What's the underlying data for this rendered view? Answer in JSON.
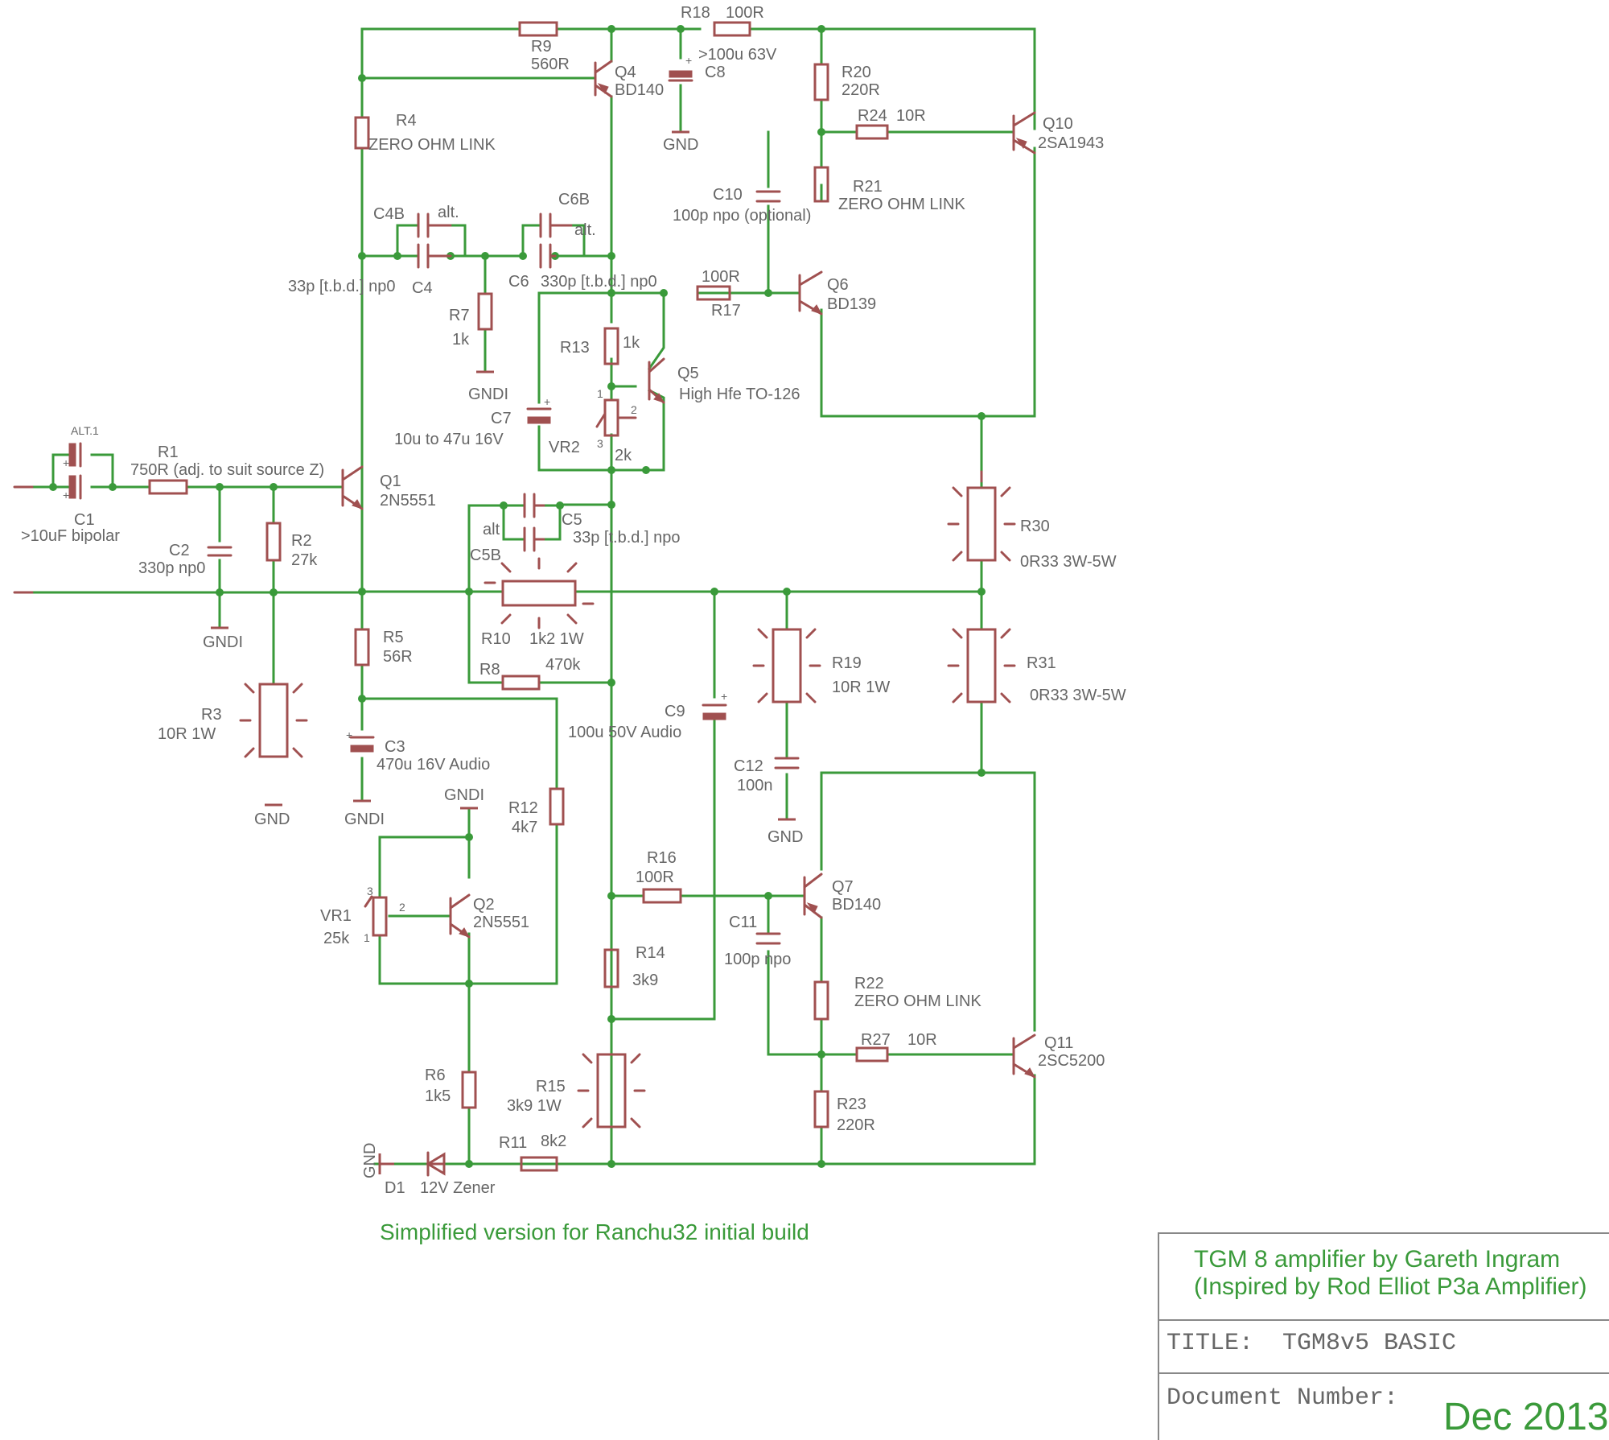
{
  "colors": {
    "wire": "#3a9a3a",
    "component": "#a05050",
    "label": "#666666"
  },
  "note": "Simplified version for Ranchu32 initial build",
  "title_block": {
    "line1": "TGM 8  amplifier by Gareth Ingram",
    "line2": "(Inspired by Rod Elliot P3a Amplifier)",
    "title_label": "TITLE:",
    "title_value": "TGM8v5 BASIC",
    "docnum_label": "Document Number:",
    "date": "Dec 2013"
  },
  "components": {
    "C1": {
      "name": "C1",
      "value": ">10uF bipolar",
      "alt": "ALT.1"
    },
    "R1": {
      "name": "R1",
      "value": "750R (adj. to suit source Z)"
    },
    "C2": {
      "name": "C2",
      "value": "330p np0"
    },
    "R2": {
      "name": "R2",
      "value": "27k"
    },
    "R3": {
      "name": "R3",
      "value": "10R 1W"
    },
    "Q1": {
      "name": "Q1",
      "value": "2N5551"
    },
    "R4": {
      "name": "R4",
      "value": "ZERO OHM LINK"
    },
    "R9": {
      "name": "R9",
      "value": "560R"
    },
    "Q4": {
      "name": "Q4",
      "value": "BD140"
    },
    "R18": {
      "name": "R18",
      "value": "100R"
    },
    "C8": {
      "name": "C8",
      "value": ">100u 63V"
    },
    "R20": {
      "name": "R20",
      "value": "220R"
    },
    "R24": {
      "name": "R24",
      "value": "10R"
    },
    "Q10": {
      "name": "Q10",
      "value": "2SA1943"
    },
    "C10": {
      "name": "C10",
      "value": "100p npo (optional)"
    },
    "R21": {
      "name": "R21",
      "value": "ZERO OHM LINK"
    },
    "C4B": {
      "name": "C4B",
      "alt": "alt."
    },
    "C4": {
      "name": "C4",
      "value": "33p [t.b.d.] np0"
    },
    "C6B": {
      "name": "C6B",
      "alt": "alt."
    },
    "C6": {
      "name": "C6",
      "value": "330p [t.b.d.] np0"
    },
    "R17": {
      "name": "R17",
      "value": "100R"
    },
    "Q6": {
      "name": "Q6",
      "value": "BD139"
    },
    "R7": {
      "name": "R7",
      "value": "1k"
    },
    "R13": {
      "name": "R13",
      "value": "1k"
    },
    "Q5": {
      "name": "Q5",
      "value": "High Hfe TO-126"
    },
    "C7": {
      "name": "C7",
      "value": "10u to 47u 16V"
    },
    "VR2": {
      "name": "VR2",
      "value": "2k"
    },
    "C5": {
      "name": "C5",
      "value": "33p [t.b.d.]  npo"
    },
    "C5B": {
      "name": "C5B",
      "alt": "alt"
    },
    "R10": {
      "name": "R10",
      "value": "1k2 1W"
    },
    "R8": {
      "name": "R8",
      "value": "470k"
    },
    "R30": {
      "name": "R30",
      "value": "0R33 3W-5W"
    },
    "R31": {
      "name": "R31",
      "value": "0R33 3W-5W"
    },
    "R19": {
      "name": "R19",
      "value": "10R 1W"
    },
    "R5": {
      "name": "R5",
      "value": "56R"
    },
    "C3": {
      "name": "C3",
      "value": "470u 16V Audio"
    },
    "C9": {
      "name": "C9",
      "value": "100u 50V Audio"
    },
    "C12": {
      "name": "C12",
      "value": "100n"
    },
    "R12": {
      "name": "R12",
      "value": "4k7"
    },
    "VR1": {
      "name": "VR1",
      "value": "25k"
    },
    "Q2": {
      "name": "Q2",
      "value": "2N5551"
    },
    "R16": {
      "name": "R16",
      "value": "100R"
    },
    "Q7": {
      "name": "Q7",
      "value": "BD140"
    },
    "C11": {
      "name": "C11",
      "value": "100p npo"
    },
    "R14": {
      "name": "R14",
      "value": "3k9"
    },
    "R22": {
      "name": "R22",
      "value": "ZERO OHM LINK"
    },
    "R27": {
      "name": "R27",
      "value": "10R"
    },
    "Q11": {
      "name": "Q11",
      "value": "2SC5200"
    },
    "R6": {
      "name": "R6",
      "value": "1k5"
    },
    "R15": {
      "name": "R15",
      "value": "3k9 1W"
    },
    "R23": {
      "name": "R23",
      "value": "220R"
    },
    "R11": {
      "name": "R11",
      "value": "8k2"
    },
    "D1": {
      "name": "D1",
      "value": "12V Zener"
    }
  },
  "grounds": {
    "gnd": "GND",
    "gndi": "GNDI"
  },
  "pins": {
    "p1": "1",
    "p2": "2",
    "p3": "3"
  },
  "polarity": {
    "plus": "+"
  }
}
